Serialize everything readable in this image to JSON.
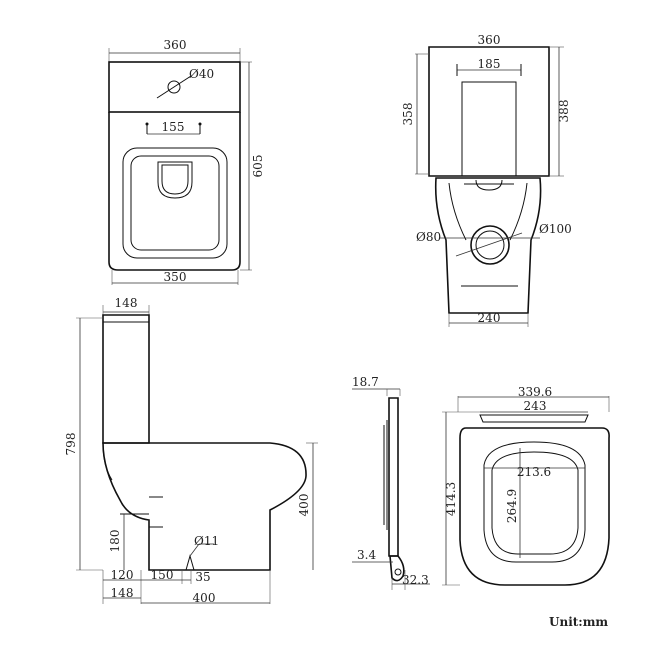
{
  "top_view": {
    "width_top": "360",
    "hole_diameter": "Ø40",
    "bolt_spacing": "155",
    "depth": "605",
    "width_bottom": "350"
  },
  "rear_view": {
    "width_top": "360",
    "bolt_spacing": "185",
    "tank_height_left": "358",
    "tank_height_right": "388",
    "inlet_diameter": "Ø80",
    "outlet_diameter": "Ø100",
    "base_width": "240"
  },
  "side_view": {
    "tank_depth": "148",
    "total_height": "798",
    "bowl_height": "400",
    "outlet_height": "180",
    "fix_hole": "Ø11",
    "offset_120": "120",
    "offset_150": "150",
    "offset_35": "35",
    "tank_depth_bottom": "148",
    "base_length": "400"
  },
  "seat_side": {
    "thickness": "18.7",
    "gap": "3.4",
    "hinge": "32.3"
  },
  "seat_top": {
    "outer_width": "339.6",
    "hinge_width": "243",
    "inner_width": "213.6",
    "inner_length": "264.9",
    "outer_length": "414.3"
  },
  "unit": "Unit:mm"
}
